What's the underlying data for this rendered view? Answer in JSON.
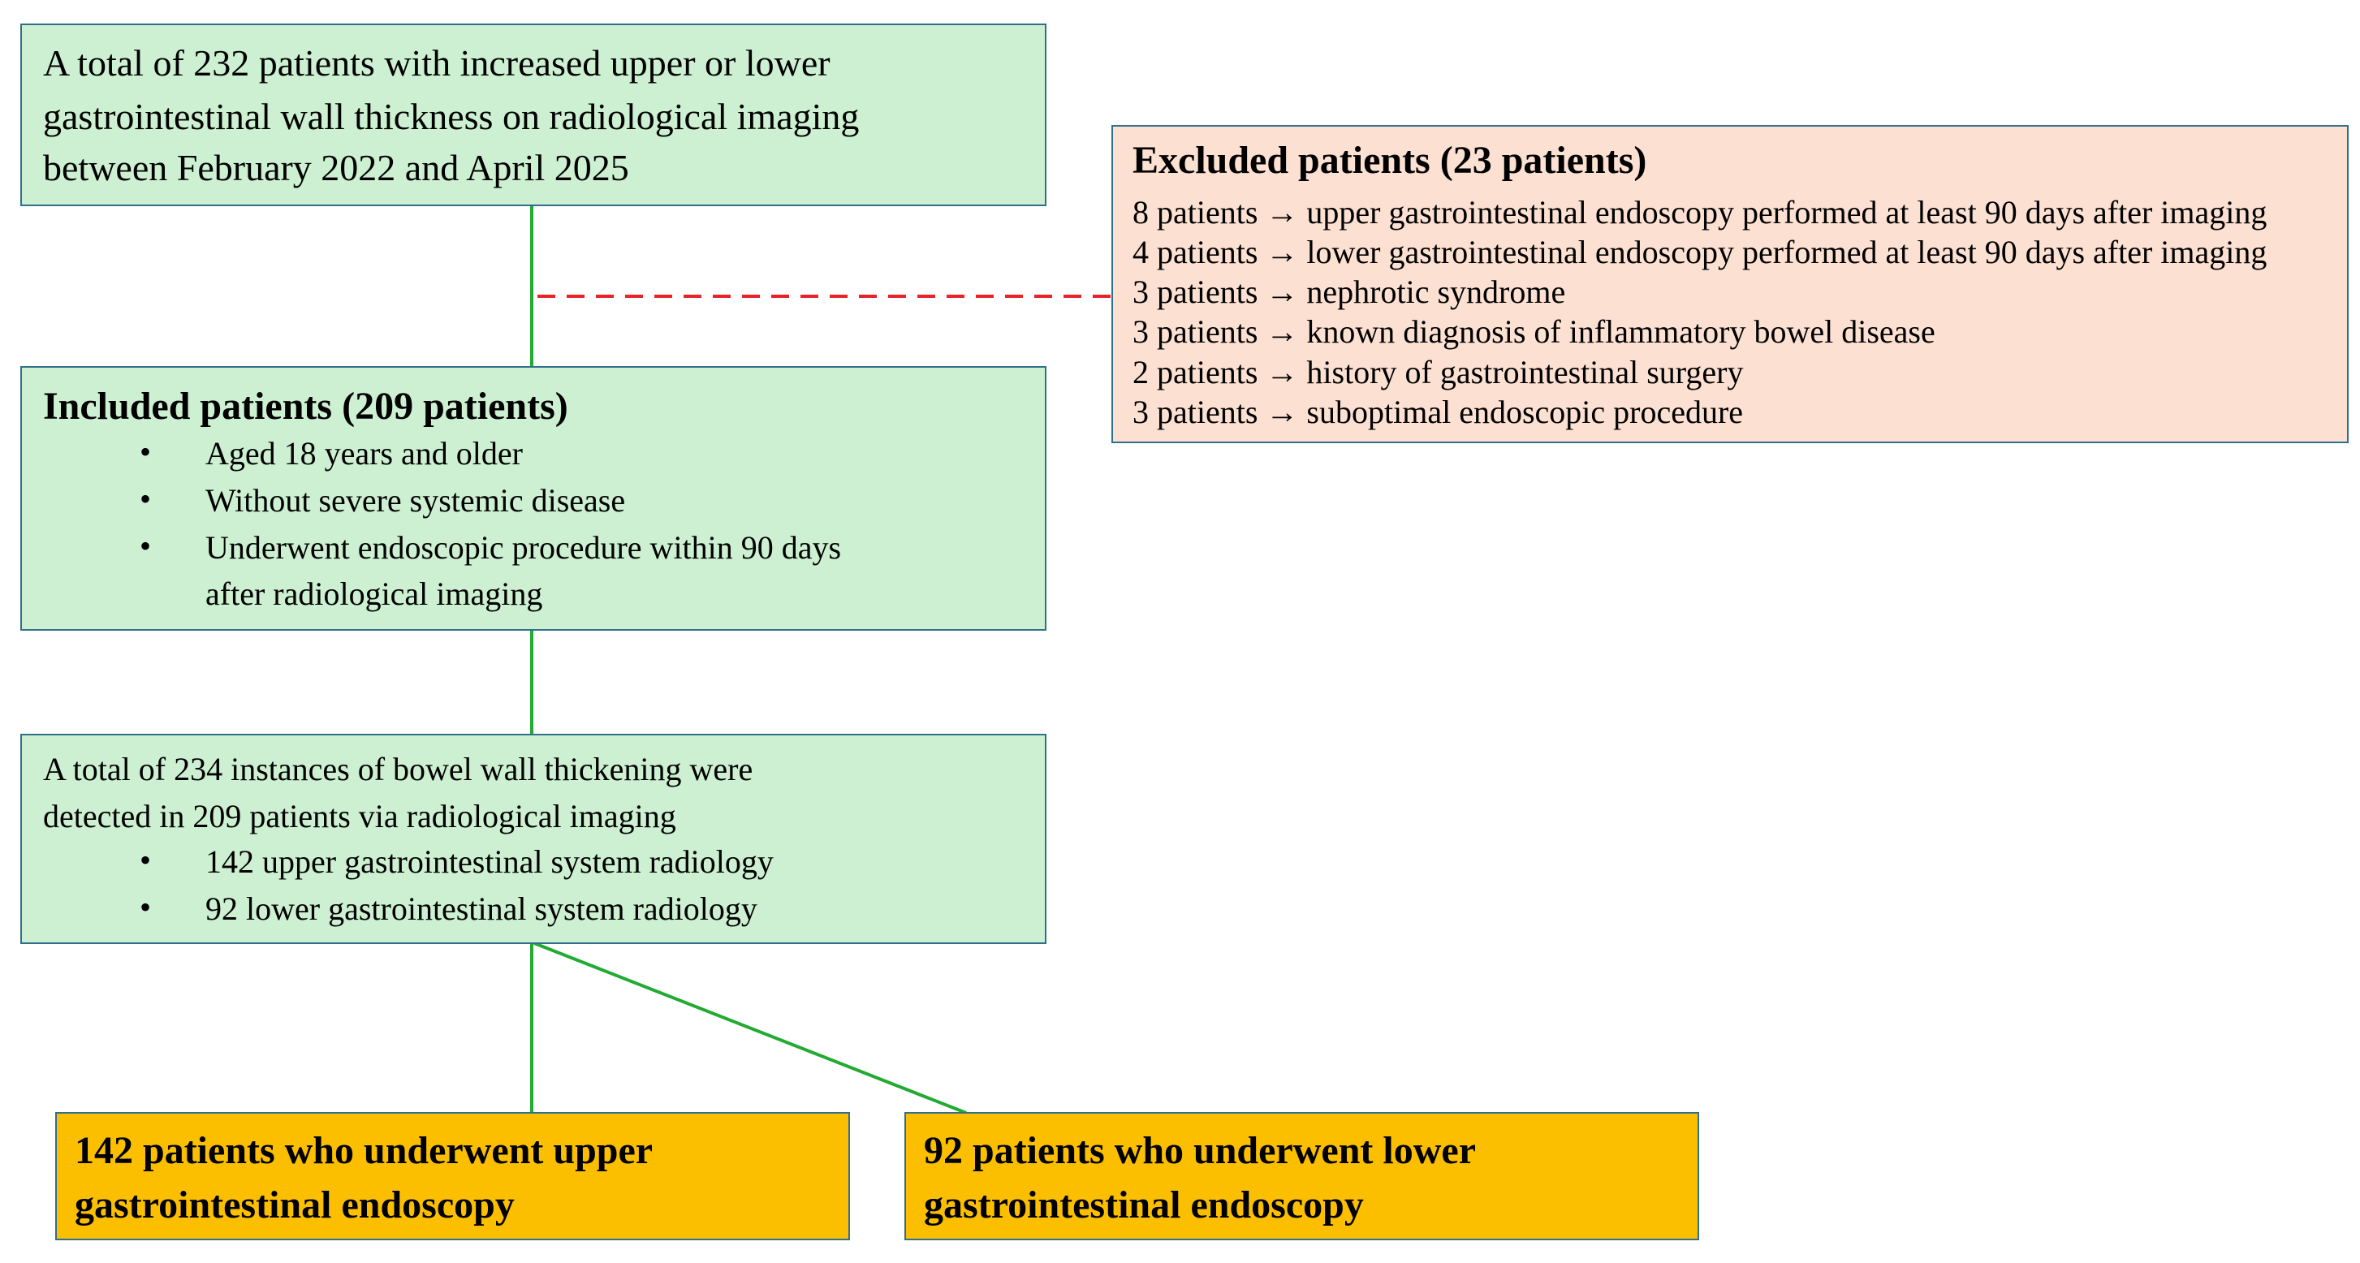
{
  "box1": {
    "lines": [
      "A total of 232 patients with increased upper or lower",
      "gastrointestinal wall thickness on radiological imaging",
      "between February 2022 and April 2025"
    ]
  },
  "excluded": {
    "title": "Excluded patients (23 patients)",
    "items": [
      "8 patients → upper gastrointestinal endoscopy performed at least 90 days after imaging",
      "4 patients → lower gastrointestinal endoscopy performed at least 90 days after imaging",
      "3 patients → nephrotic syndrome",
      "3 patients → known diagnosis of inflammatory bowel disease",
      "2 patients → history of gastrointestinal surgery",
      "3 patients → suboptimal endoscopic procedure"
    ]
  },
  "included": {
    "title": "Included patients (209 patients)",
    "bullet_char": "•",
    "bullets": [
      "Aged 18 years and older",
      "Without severe systemic disease",
      "Underwent endoscopic procedure within 90 days",
      "after radiological imaging"
    ]
  },
  "instances": {
    "lines": [
      "A total of 234 instances of bowel wall thickening were",
      "detected in 209 patients via radiological imaging"
    ],
    "bullet_char": "•",
    "bullets": [
      "142 upper gastrointestinal system radiology",
      "92 lower gastrointestinal system radiology"
    ]
  },
  "upper_result": {
    "lines": [
      "142 patients who underwent upper",
      "gastrointestinal endoscopy"
    ]
  },
  "lower_result": {
    "lines": [
      "92 patients who underwent lower",
      "gastrointestinal endoscopy"
    ]
  },
  "colors": {
    "green_fill": "#ccf0d1",
    "salmon_fill": "#fce0d2",
    "orange_fill": "#fcbf00",
    "box_border": "#2e6f8a",
    "connector": "#22aa33",
    "excluded_connector": "#e8242a"
  }
}
